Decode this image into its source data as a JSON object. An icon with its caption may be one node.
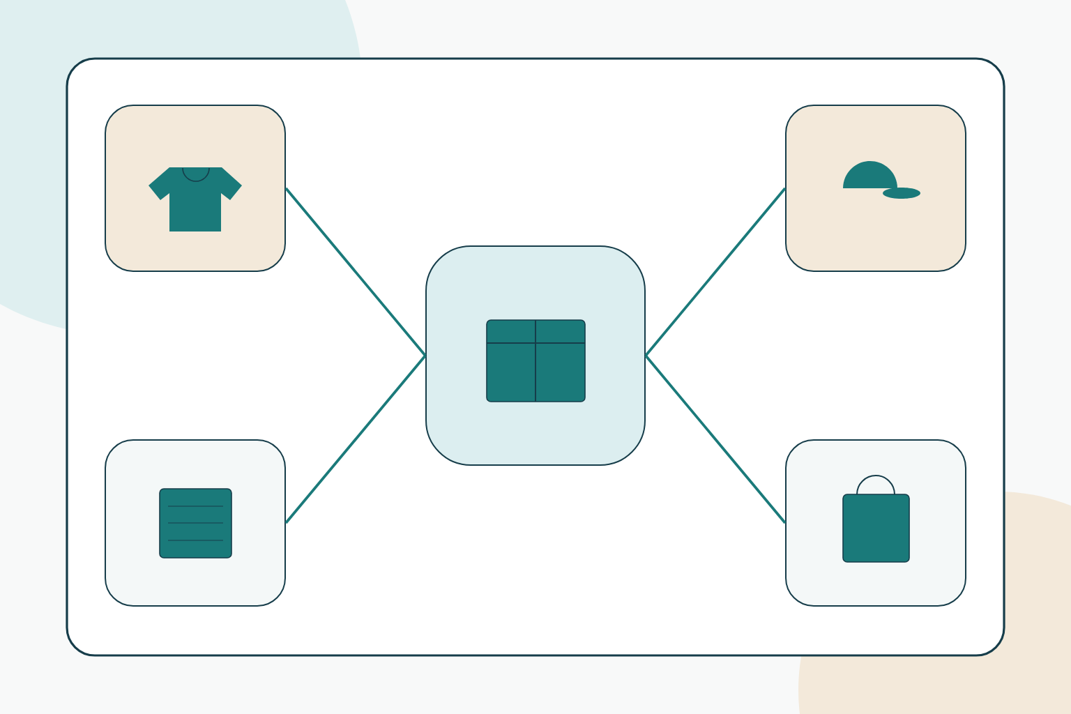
{
  "diagram": {
    "nodes": [
      {
        "text": [],
        "shape": "box"
      },
      {
        "text": [],
        "shape": "box"
      },
      {
        "text": [],
        "shape": "box"
      },
      {
        "text": [],
        "shape": "box"
      },
      {
        "text": [],
        "shape": "box"
      }
    ],
    "edges": [
      {
        "from": 2,
        "to": 0,
        "arrow": "none"
      },
      {
        "from": 2,
        "to": 3,
        "arrow": "none"
      },
      {
        "from": 2,
        "to": 1,
        "arrow": "none"
      },
      {
        "from": 2,
        "to": 4,
        "arrow": "none"
      }
    ]
  }
}
